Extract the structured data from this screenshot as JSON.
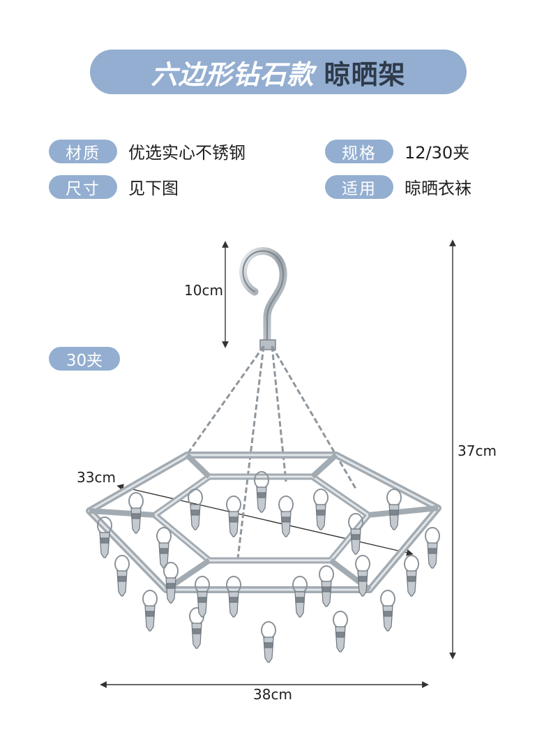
{
  "title": {
    "main": "六边形钻石款",
    "sub": "晾晒架"
  },
  "specs": {
    "material_label": "材质",
    "material_value": "优选实心不锈钢",
    "spec_label": "规格",
    "spec_value": "12/30夹",
    "size_label": "尺寸",
    "size_value": "见下图",
    "usage_label": "适用",
    "usage_value": "晾晒衣袜"
  },
  "variant_tag": "30夹",
  "dimensions": {
    "hook_height": "10cm",
    "total_height": "37cm",
    "inner_width": "33cm",
    "total_width": "38cm"
  },
  "colors": {
    "accent": "#93aed0",
    "steel": "#9aa2aa"
  },
  "product_image": {
    "icon": "hexagon-clothes-hanger-icon"
  }
}
